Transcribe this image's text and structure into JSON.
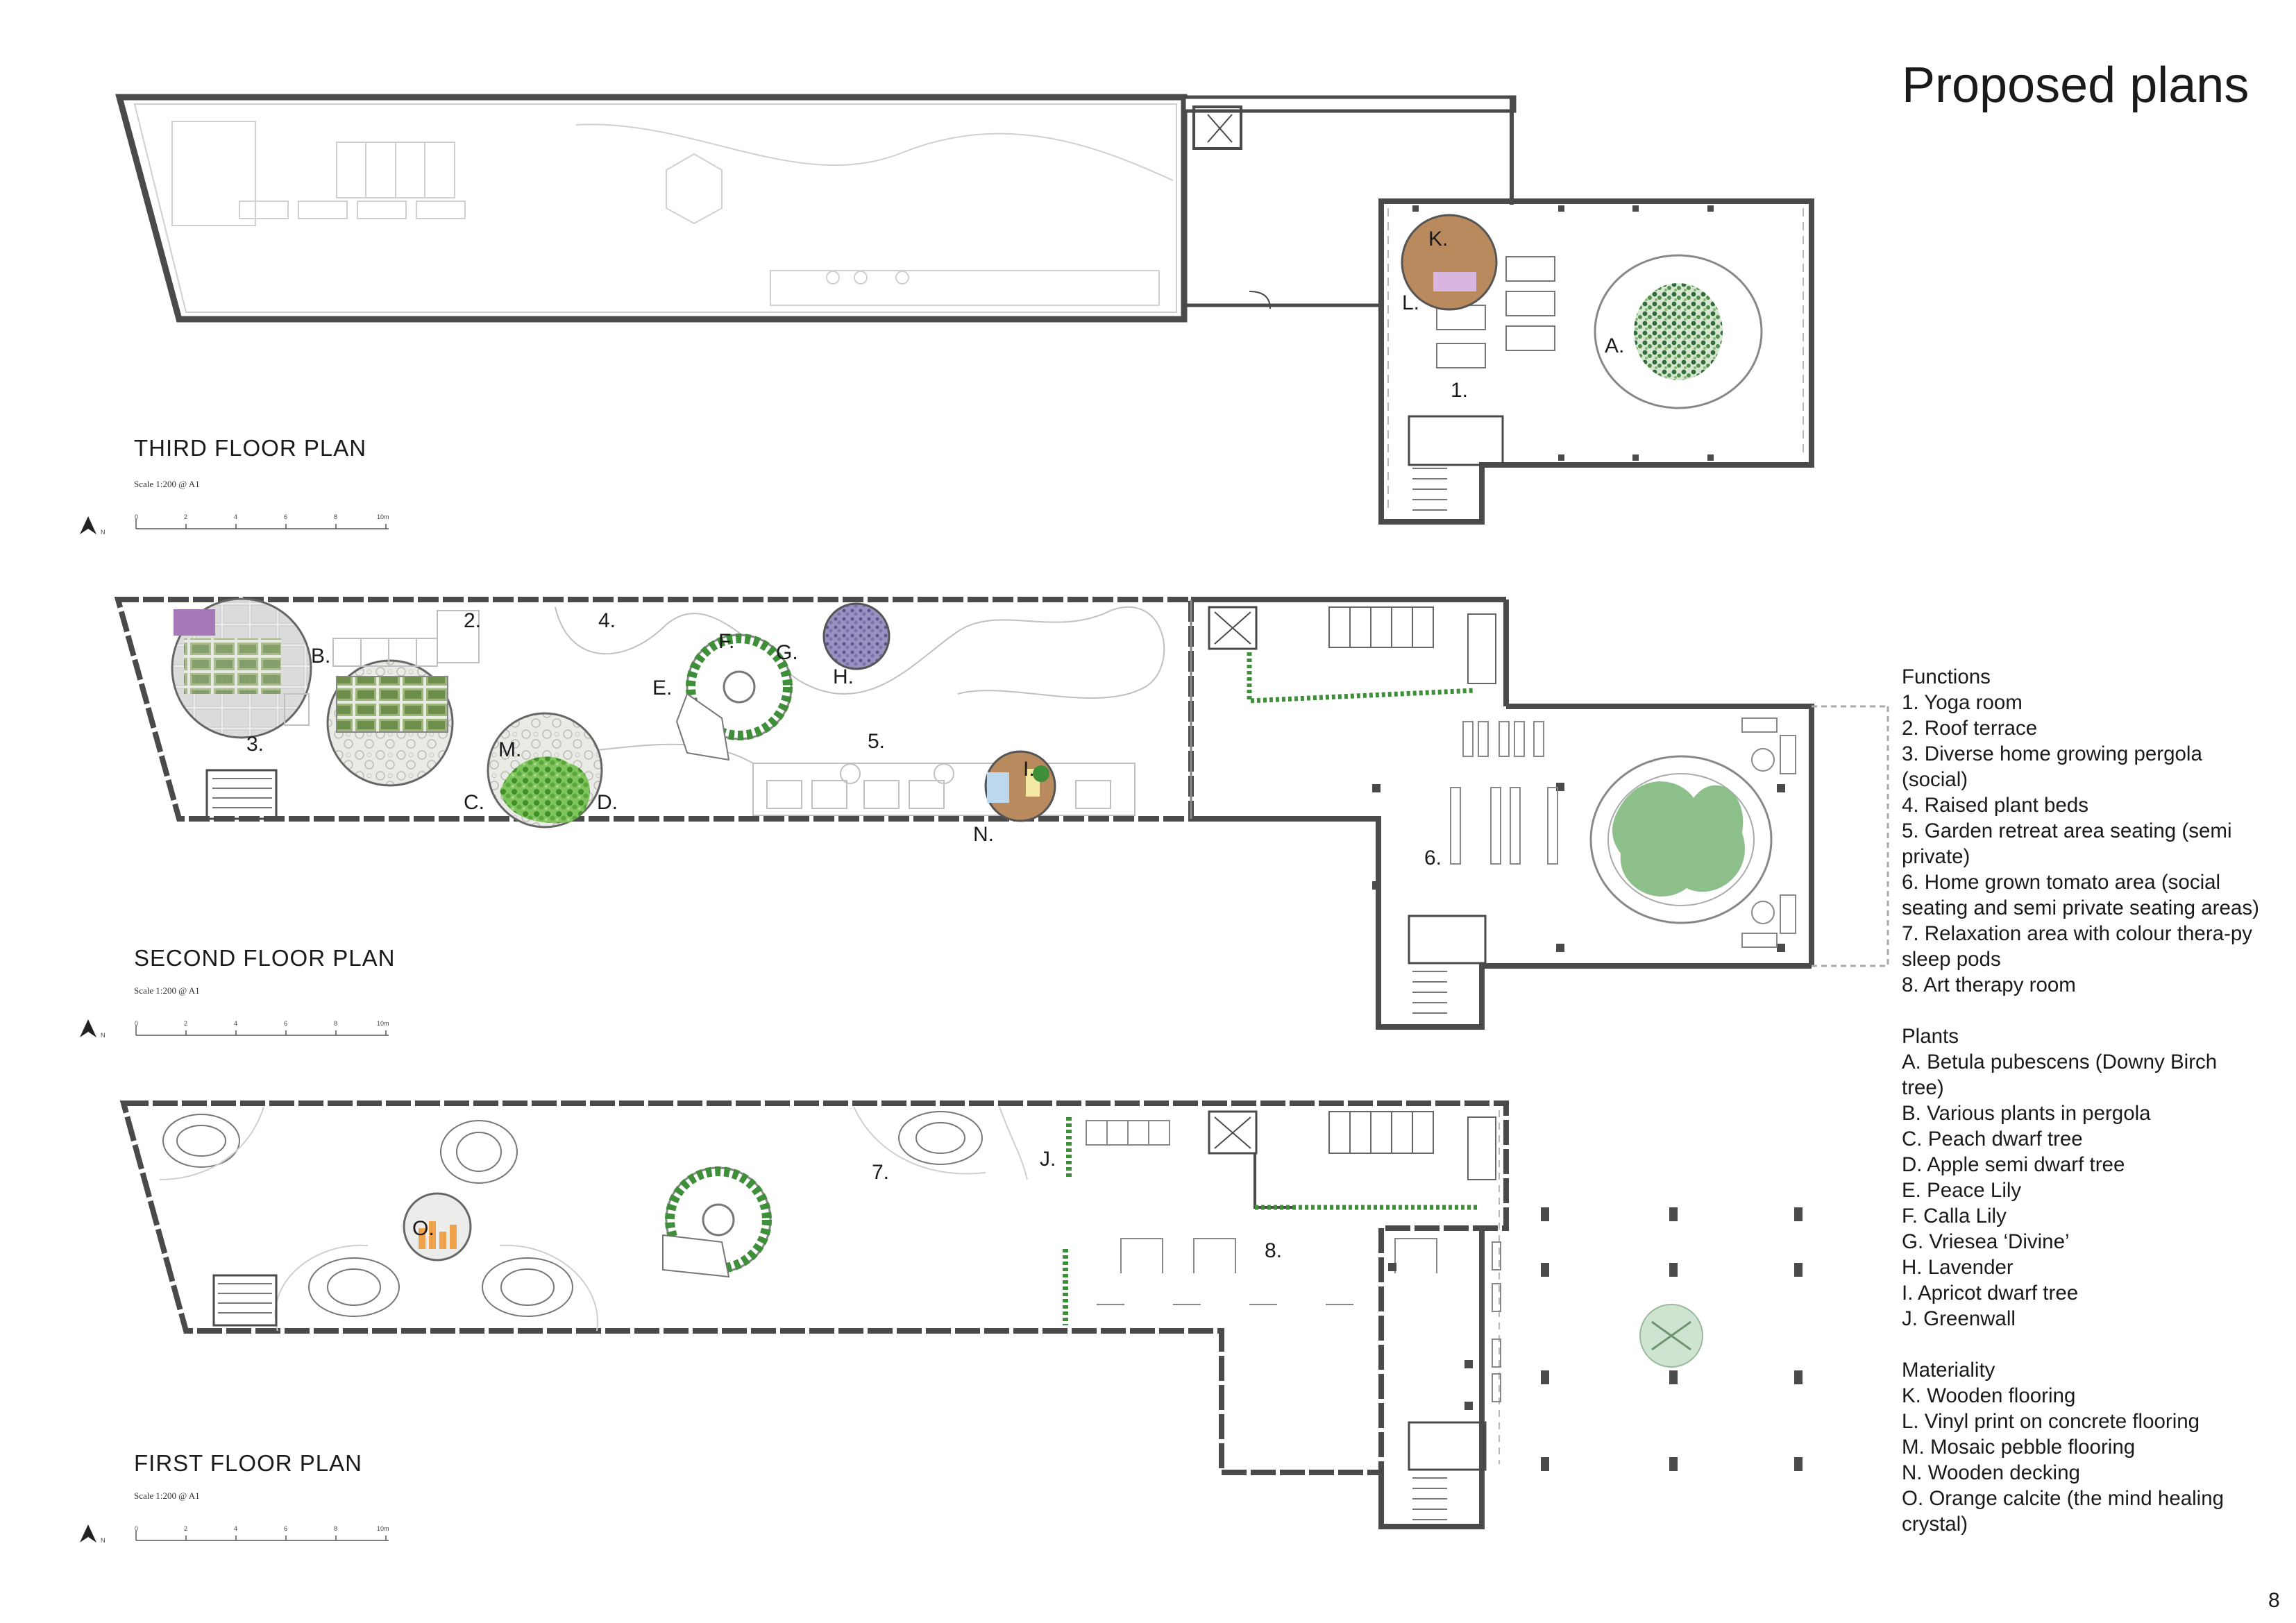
{
  "page": {
    "title": "Proposed plans",
    "number": "8"
  },
  "plans": {
    "third": {
      "title": "THIRD FLOOR PLAN",
      "scale": "Scale 1:200 @ A1"
    },
    "second": {
      "title": "SECOND FLOOR PLAN",
      "scale": "Scale 1:200 @ A1"
    },
    "first": {
      "title": "FIRST FLOOR PLAN",
      "scale": "Scale 1:200 @ A1"
    },
    "north_label": "N",
    "scale_ticks": [
      "0",
      "2",
      "4",
      "6",
      "8",
      "10m"
    ]
  },
  "tags": {
    "K": "K.",
    "L": "L.",
    "A": "A.",
    "n1": "1.",
    "n2": "2.",
    "n4": "4.",
    "B": "B.",
    "F": "F.",
    "G": "G.",
    "H": "H.",
    "E": "E.",
    "n3": "3.",
    "M": "M.",
    "n5": "5.",
    "I": "I.",
    "C": "C.",
    "D": "D.",
    "N": "N.",
    "n6": "6.",
    "n7": "7.",
    "J": "J.",
    "O": "O.",
    "n8": "8."
  },
  "legend": {
    "functions": {
      "heading": "Functions",
      "items": [
        "1. Yoga room",
        "2. Roof terrace",
        "3. Diverse home growing pergola (social)",
        "4. Raised plant beds",
        "5. Garden retreat area seating (semi private)",
        "6. Home grown tomato area (social seating and semi private seating areas)",
        "7. Relaxation area with colour thera-py sleep pods",
        "8. Art therapy room"
      ]
    },
    "plants": {
      "heading": "Plants",
      "items": [
        "A. Betula pubescens (Downy Birch tree)",
        "B. Various plants in pergola",
        "C. Peach dwarf tree",
        "D. Apple semi dwarf tree",
        "E. Peace Lily",
        "F. Calla Lily",
        "G. Vriesea ‘Divine’",
        "H. Lavender",
        "I. Apricot dwarf tree",
        "J. Greenwall"
      ]
    },
    "materiality": {
      "heading": "Materiality",
      "items": [
        "K. Wooden flooring",
        "L. Vinyl print on concrete flooring",
        "M. Mosaic pebble flooring",
        "N. Wooden decking",
        "O. Orange calcite (the mind healing crystal)"
      ]
    }
  },
  "colors": {
    "wall": "#4a4a4a",
    "faint_line": "#c8c8c8",
    "wood": "#b88a5e",
    "vinyl": "#d8b6e0",
    "greenery": "#3f8f3a",
    "light_green": "#8dbf8a",
    "lavender": "#7f74a8",
    "orange_calcite": "#f0a24a",
    "decking_blue": "#bcd8ee"
  }
}
